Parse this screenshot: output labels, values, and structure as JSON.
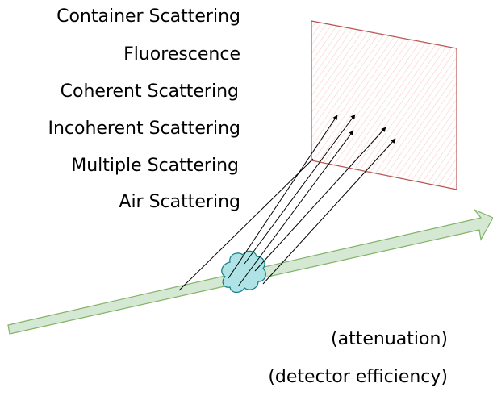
{
  "scattering_labels": [
    "Container Scattering",
    "Fluorescence",
    "Coherent Scattering",
    "Incoherent Scattering",
    "Multiple Scattering",
    "Air Scattering"
  ],
  "annotations": {
    "attenuation": "(attenuation)",
    "detector_efficiency": "(detector efficiency)"
  },
  "colors": {
    "beam_fill": "#d5e8d4",
    "beam_stroke": "#82b366",
    "detector_stroke": "#b85450",
    "detector_hatch": "#f8cecc",
    "sample_fill": "#b0e3e6",
    "sample_stroke": "#0e8088",
    "ray_stroke": "#000000"
  }
}
